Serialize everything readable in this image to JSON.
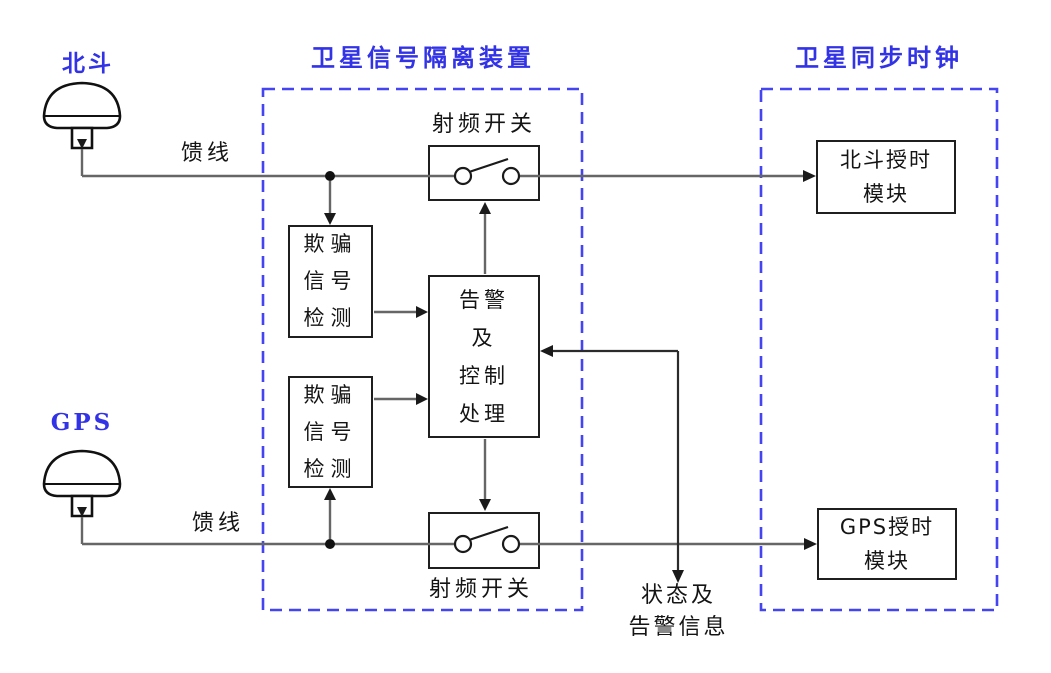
{
  "diagram": {
    "titles": {
      "isolation_device": "卫星信号隔离装置",
      "sync_clock": "卫星同步时钟"
    },
    "antennas": {
      "beidou_label": "北斗",
      "gps_label": "GPS"
    },
    "wire_labels": {
      "feed_top": "馈线",
      "feed_bottom": "馈线",
      "rf_switch_top": "射频开关",
      "rf_switch_bottom": "射频开关",
      "status_output": "状态及\n告警信息"
    },
    "boxes": {
      "spoof_detect_top": "欺骗\n信号\n检测",
      "spoof_detect_bottom": "欺骗\n信号\n检测",
      "alarm_control": "告警\n及\n控制\n处理",
      "beidou_timing_module": "北斗授时\n模块",
      "gps_timing_module": "GPS授时\n模块"
    },
    "colors": {
      "accent_blue": "#3232e6",
      "dash_blue": "#4444f2",
      "wire_gray": "#666666",
      "ink_black": "#1a1a1a"
    }
  }
}
